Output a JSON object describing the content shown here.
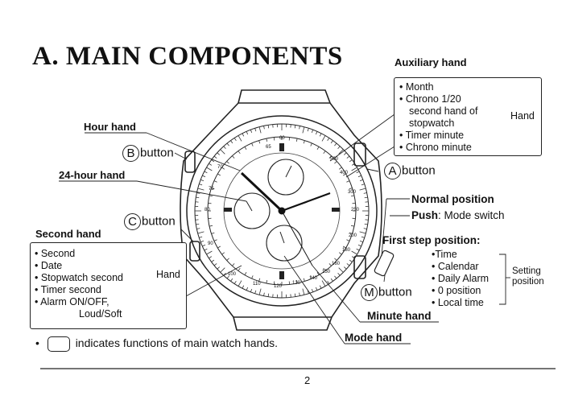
{
  "title": "A. MAIN COMPONENTS",
  "auxiliary_hand": {
    "title": "Auxiliary hand",
    "items": [
      "• Month",
      "• Chrono 1/20",
      "second hand of",
      "stopwatch",
      "• Timer minute",
      "• Chrono minute"
    ],
    "bracket_label": "Hand"
  },
  "labels": {
    "hour_hand": "Hour hand",
    "b_letter": "B",
    "b_button": "button",
    "hour24_hand": "24-hour hand",
    "c_letter": "C",
    "c_button": "button",
    "a_letter": "A",
    "a_button": "button",
    "m_letter": "M",
    "m_button": "button",
    "normal_position": "Normal position",
    "push_label": "Push",
    "push_text": ": Mode switch",
    "first_step": "First step position:",
    "minute_hand": "Minute hand",
    "mode_hand": "Mode hand"
  },
  "second_hand": {
    "title": "Second hand",
    "items": [
      "• Second",
      "• Date",
      "• Stopwatch second",
      "• Timer second",
      "• Alarm ON/OFF,",
      "Loud/Soft"
    ],
    "bracket_label": "Hand"
  },
  "first_step_items": [
    "•Time",
    "• Calendar",
    "• Daily Alarm",
    "• 0 position",
    "• Local time"
  ],
  "setting_position": [
    "Setting",
    "position"
  ],
  "legend": {
    "bullet": "•",
    "text": "indicates functions of main watch hands."
  },
  "page_number": "2",
  "dial": {
    "top_numbers": [
      "65",
      "60"
    ],
    "right_numbers": [
      "500",
      "400",
      "300",
      "250",
      "200",
      "180",
      "160"
    ],
    "bottom_numbers": [
      "100",
      "110",
      "120",
      "130",
      "140",
      "150"
    ],
    "left_numbers": [
      "70",
      "75",
      "80",
      "90"
    ]
  }
}
